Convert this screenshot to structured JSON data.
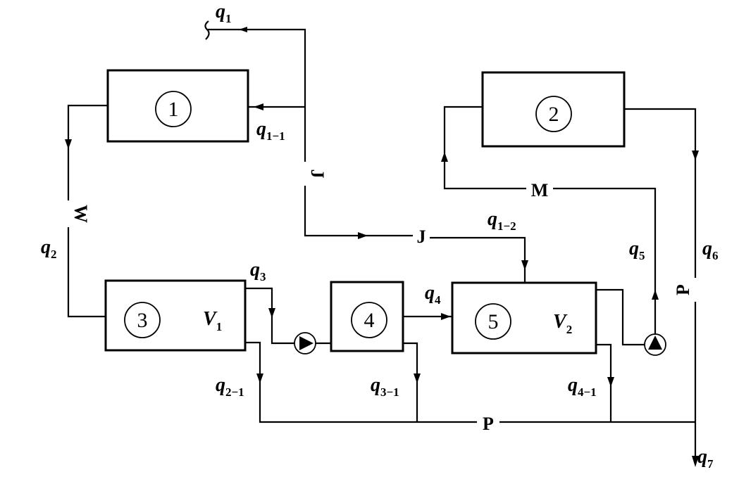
{
  "units": {
    "u1": "1",
    "u2": "2",
    "u3": "3",
    "u4": "4",
    "u5": "5"
  },
  "volumes": {
    "v1": {
      "main": "V",
      "sub": "1"
    },
    "v2": {
      "main": "V",
      "sub": "2"
    }
  },
  "flows": {
    "q1": {
      "main": "q",
      "sub": "1"
    },
    "q1_1": {
      "main": "q",
      "sub": "1−1"
    },
    "q1_2": {
      "main": "q",
      "sub": "1−2"
    },
    "q2": {
      "main": "q",
      "sub": "2"
    },
    "q2_1": {
      "main": "q",
      "sub": "2−1"
    },
    "q3": {
      "main": "q",
      "sub": "3"
    },
    "q3_1": {
      "main": "q",
      "sub": "3−1"
    },
    "q4": {
      "main": "q",
      "sub": "4"
    },
    "q4_1": {
      "main": "q",
      "sub": "4−1"
    },
    "q5": {
      "main": "q",
      "sub": "5"
    },
    "q6": {
      "main": "q",
      "sub": "6"
    },
    "q7": {
      "main": "q",
      "sub": "7"
    }
  },
  "line_tags": {
    "j_vertical": "J",
    "j_horizontal": "J",
    "w": "W",
    "m": "M",
    "p_vertical": "P",
    "p_horizontal": "P"
  }
}
